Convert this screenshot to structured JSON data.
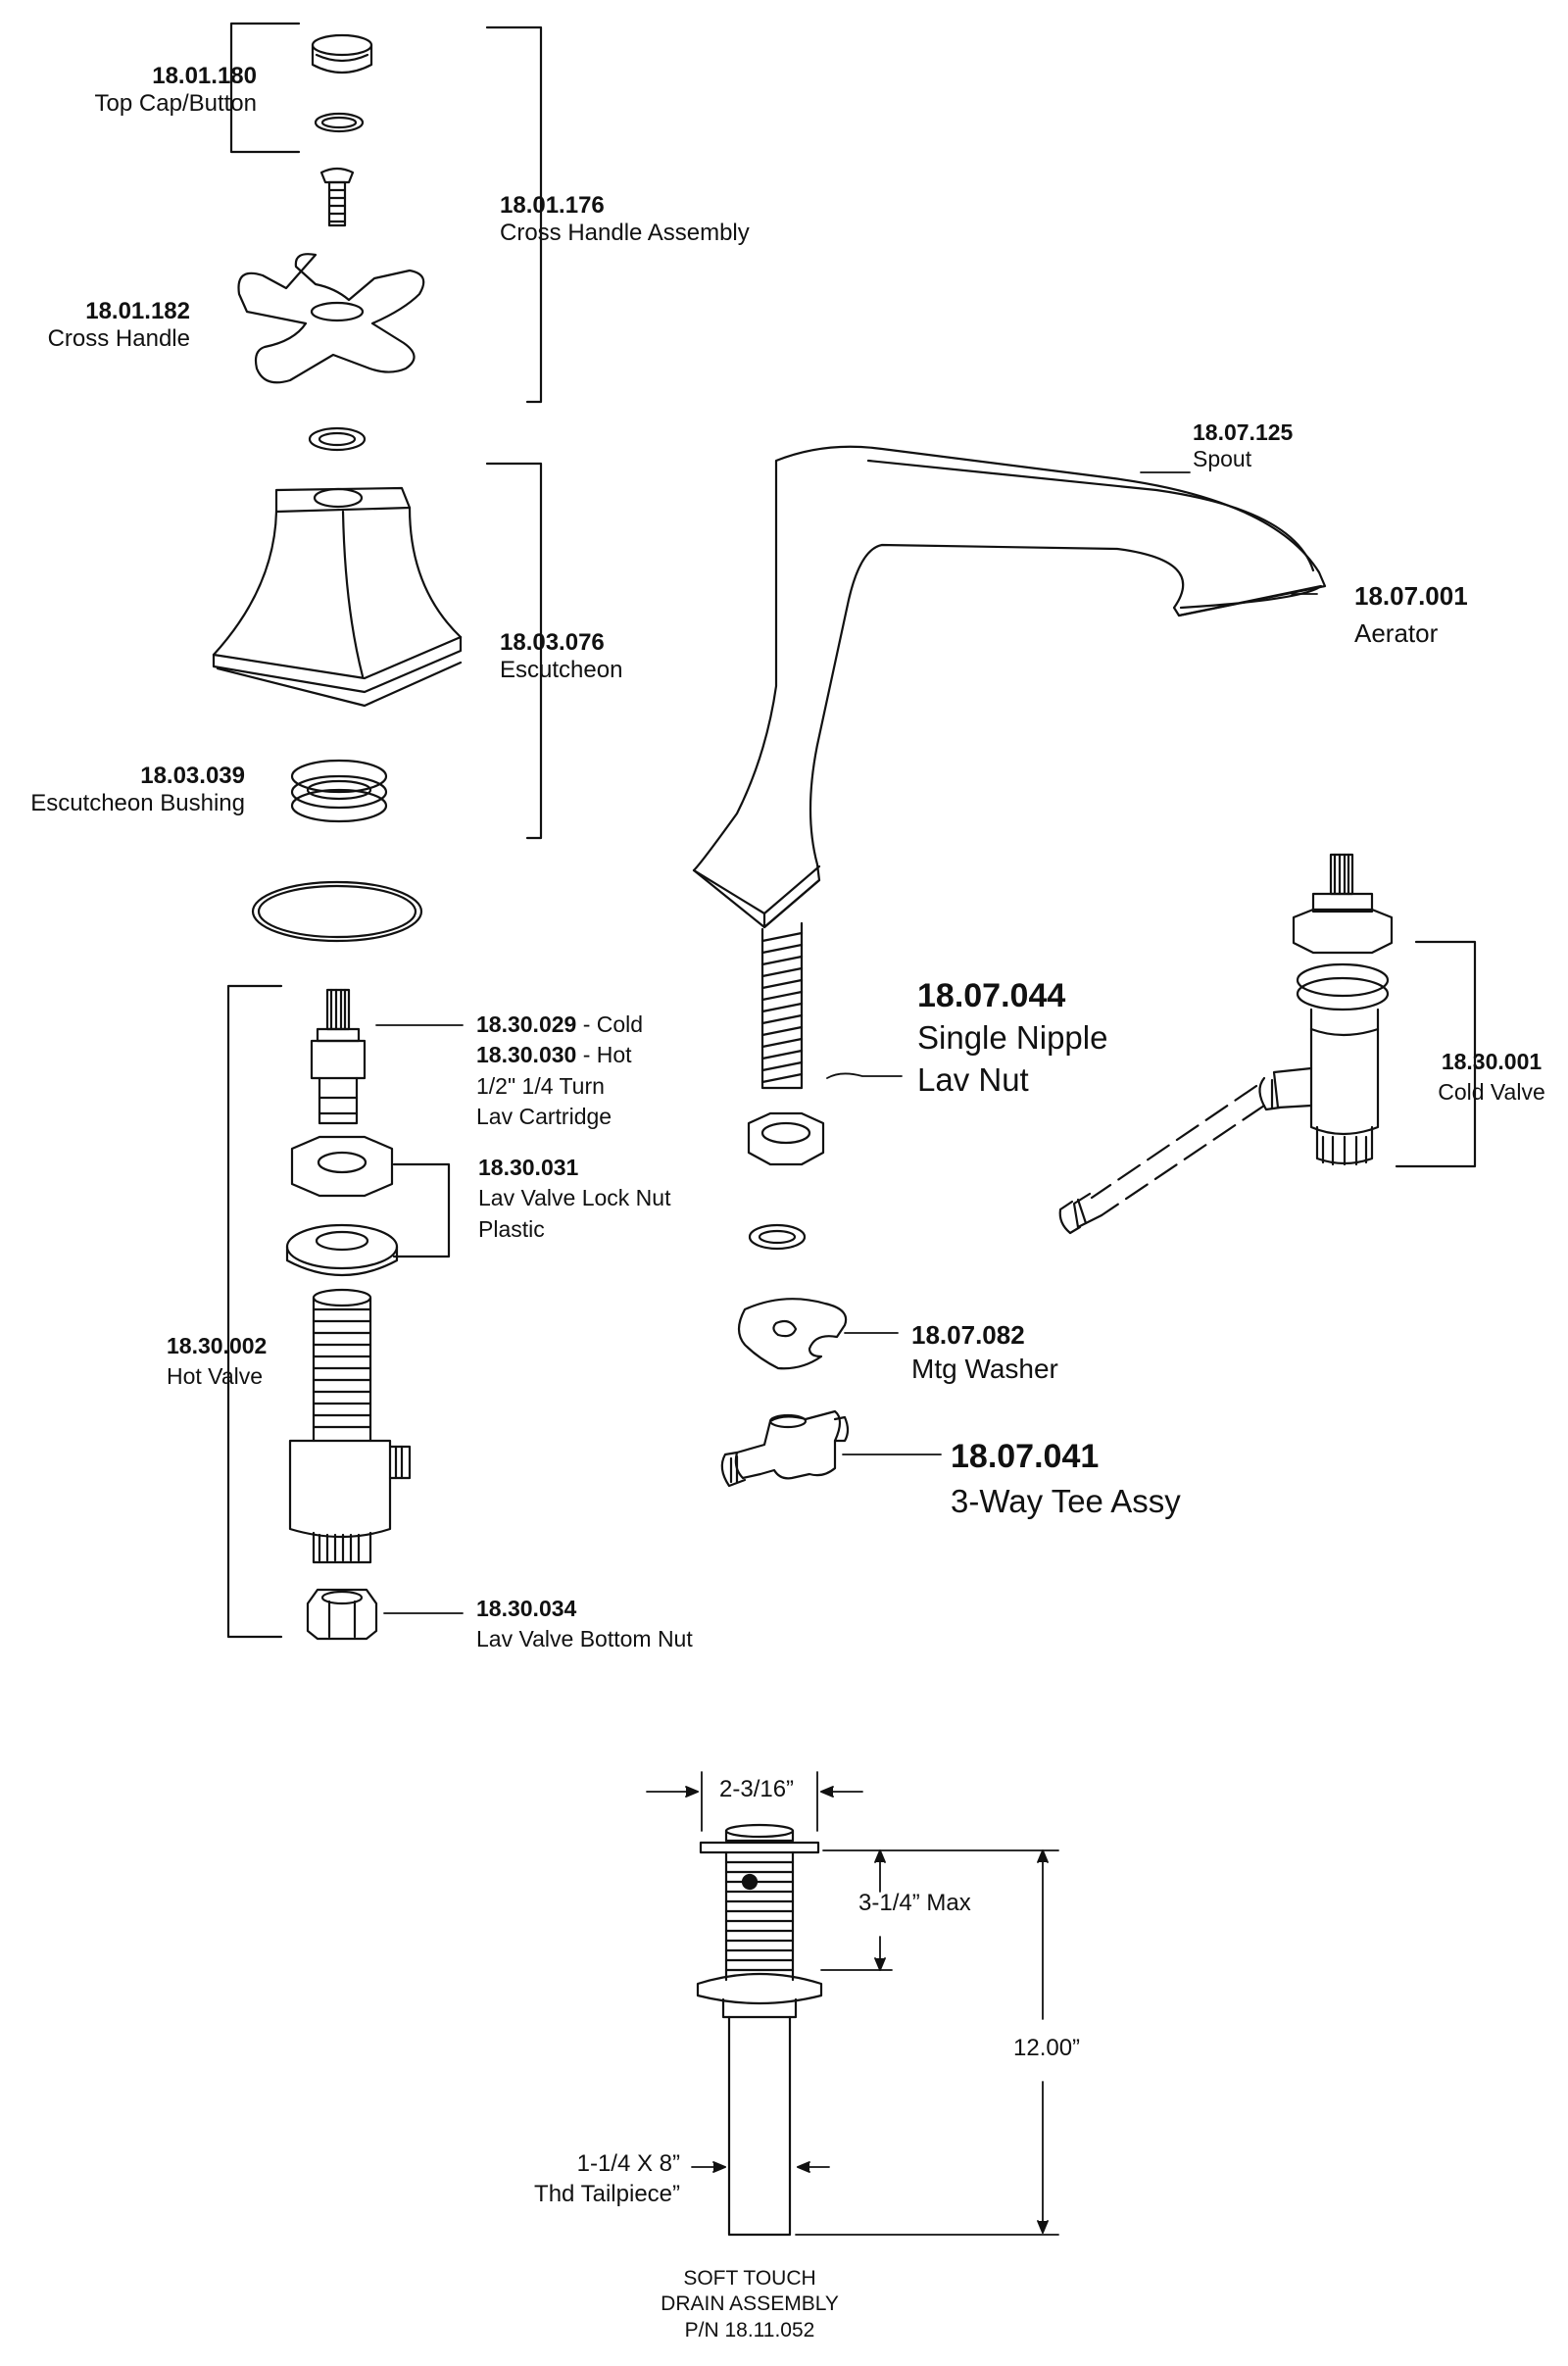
{
  "parts": {
    "top_cap": {
      "number": "18.01.180",
      "name": "Top Cap/Button"
    },
    "cross_handle_assembly": {
      "number": "18.01.176",
      "name": "Cross Handle Assembly"
    },
    "cross_handle": {
      "number": "18.01.182",
      "name": "Cross Handle"
    },
    "escutcheon": {
      "number": "18.03.076",
      "name": "Escutcheon"
    },
    "escutcheon_bushing": {
      "number": "18.03.039",
      "name": "Escutcheon Bushing"
    },
    "cartridge": {
      "number_cold": "18.30.029",
      "cold_suffix": " - Cold",
      "number_hot": "18.30.030",
      "hot_suffix": " - Hot",
      "line3": "1/2\" 1/4 Turn",
      "line4": "Lav Cartridge"
    },
    "lock_nut": {
      "number": "18.30.031",
      "line2": "Lav Valve Lock Nut",
      "line3": "Plastic"
    },
    "hot_valve": {
      "number": "18.30.002",
      "name": "Hot Valve"
    },
    "bottom_nut": {
      "number": "18.30.034",
      "name": "Lav Valve Bottom Nut"
    },
    "spout": {
      "number": "18.07.125",
      "name": "Spout"
    },
    "aerator": {
      "number": "18.07.001",
      "name": "Aerator"
    },
    "lav_nut": {
      "number": "18.07.044",
      "line2": "Single Nipple",
      "line3": "Lav Nut"
    },
    "cold_valve": {
      "number": "18.30.001",
      "name": "Cold Valve"
    },
    "mtg_washer": {
      "number": "18.07.082",
      "name": "Mtg Washer"
    },
    "tee": {
      "number": "18.07.041",
      "name": "3-Way Tee Assy"
    }
  },
  "drain": {
    "width_dim": "2-3/16”",
    "max_dim": "3-1/4” Max",
    "height_dim": "12.00”",
    "tailpiece_line1": "1-1/4 X 8”",
    "tailpiece_line2": "Thd Tailpiece”",
    "caption_line1": "SOFT TOUCH",
    "caption_line2": "DRAIN ASSEMBLY",
    "caption_line3": "P/N 18.11.052"
  }
}
